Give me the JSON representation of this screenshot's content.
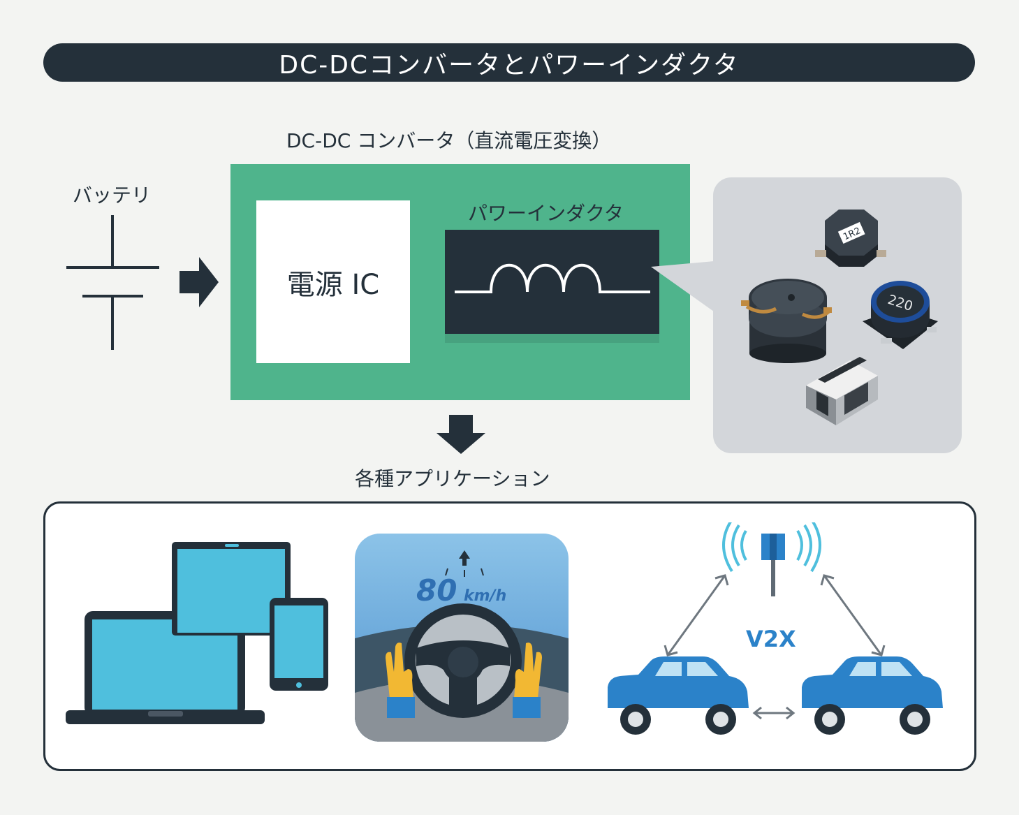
{
  "title": "DC-DCコンバータとパワーインダクタ",
  "converter": {
    "label": "DC-DC コンバータ（直流電圧変換）",
    "ic_label": "電源 IC",
    "inductor_label": "パワーインダクタ"
  },
  "battery": {
    "label": "バッテリ"
  },
  "components": {
    "part1_marking": "1R2",
    "part2_marking": "220"
  },
  "applications": {
    "label": "各種アプリケーション",
    "speed_value": "80",
    "speed_unit": "km/h",
    "v2x_label": "V2X"
  },
  "colors": {
    "dark": "#24303a",
    "green": "#4fb48c",
    "panel_gray": "#d3d6da",
    "screen_blue": "#4fbfdd",
    "car_blue": "#2b82c9",
    "glove_yellow": "#f2b833"
  },
  "icons": [
    "battery-symbol-icon",
    "arrow-right-icon",
    "inductor-coil-icon",
    "arrow-down-icon",
    "devices-icon",
    "steering-wheel-icon",
    "antenna-icon",
    "car-icon"
  ]
}
